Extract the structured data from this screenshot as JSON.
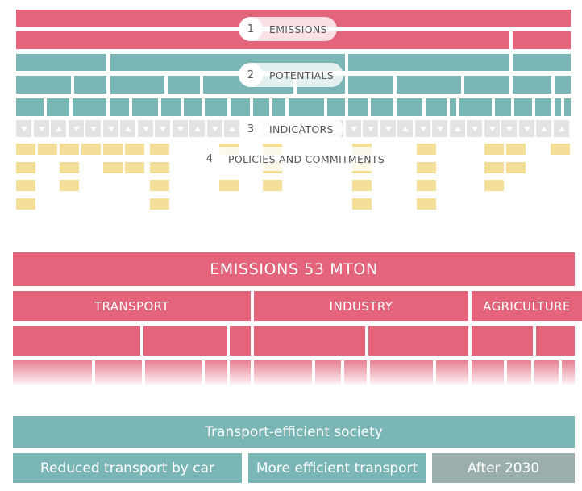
{
  "top_diagram": {
    "steps": [
      {
        "number": "1",
        "label": "EMISSIONS"
      },
      {
        "number": "2",
        "label": "POTENTIALS"
      },
      {
        "number": "3",
        "label": "INDICATORS"
      },
      {
        "number": "4",
        "label": "POLICIES AND COMMITMENTS"
      }
    ],
    "indicator_arrows": [
      "down",
      "down",
      "up",
      "down",
      "down",
      "down",
      "up",
      "down",
      "down",
      "down",
      "up",
      "down",
      "up",
      "down",
      "up",
      "down",
      "down",
      "down",
      "up",
      "down",
      "down",
      "down",
      "up",
      "down",
      "down",
      "up",
      "down",
      "down",
      "down",
      "down",
      "up",
      "up"
    ]
  },
  "emissions_breakdown": {
    "total_label": "EMISSIONS 53 MTON",
    "sectors": [
      "TRANSPORT",
      "INDUSTRY",
      "AGRICULTURE"
    ]
  },
  "strategy": {
    "title": "Transport-efficient society",
    "items": [
      "Reduced transport by car",
      "More efficient transport",
      "After 2030"
    ]
  },
  "colors": {
    "emissions": "#e4647c",
    "potentials": "#7ab6b6",
    "indicators": "#e3e3e3",
    "policies": "#f3df98",
    "after_2030": "#9aaeac"
  }
}
